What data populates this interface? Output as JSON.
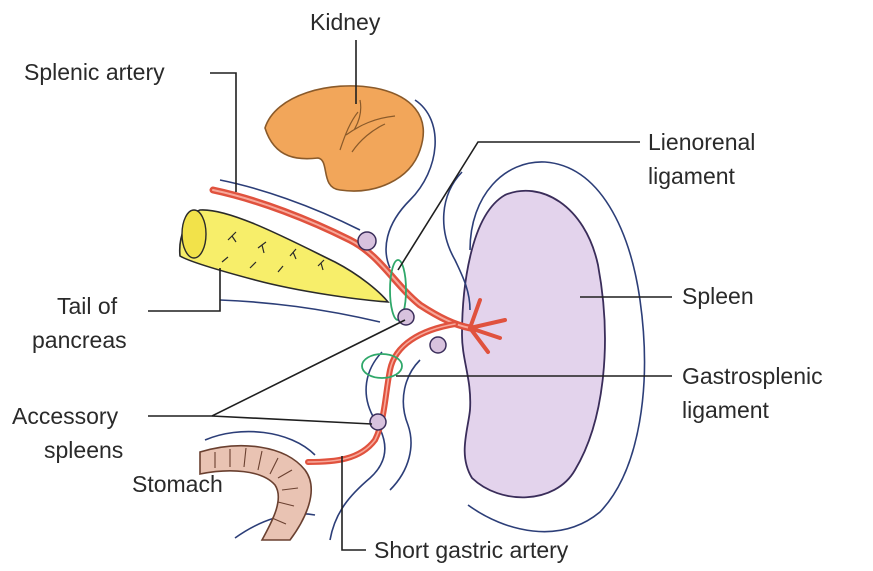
{
  "labels": {
    "kidney": "Kidney",
    "splenic_artery": "Splenic artery",
    "lienorenal_line1": "Lienorenal",
    "lienorenal_line2": "ligament",
    "spleen": "Spleen",
    "tail_line1": "Tail of",
    "tail_line2": "pancreas",
    "gastrosplenic_line1": "Gastrosplenic",
    "gastrosplenic_line2": "ligament",
    "accessory_line1": "Accessory",
    "accessory_line2": "spleens",
    "stomach": "Stomach",
    "short_gastric": "Short gastric artery"
  },
  "colors": {
    "kidney_fill": "#f2a65a",
    "spleen_fill": "#e3d3ec",
    "pancreas_fill": "#f7ee6a",
    "stomach_fill": "#e9c3b3",
    "artery": "#e0523e",
    "ligament": "#2fa86a",
    "accessory_fill": "#d8c2de"
  }
}
